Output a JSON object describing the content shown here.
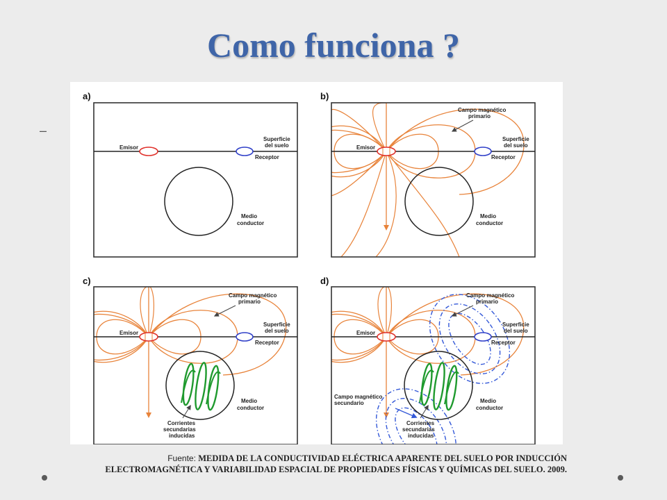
{
  "slide": {
    "title": "Como funciona ?",
    "bullet": "–"
  },
  "panels": [
    {
      "id": "a",
      "tag": "a)",
      "labels": {
        "emisor": "Emisor",
        "superficie1": "Superficie",
        "superficie2": "del suelo",
        "receptor": "Receptor",
        "medio1": "Medio",
        "medio2": "conductor"
      }
    },
    {
      "id": "b",
      "tag": "b)",
      "labels": {
        "campo1": "Campo magnético",
        "campo2": "primario",
        "emisor": "Emisor",
        "superficie1": "Superficie",
        "superficie2": "del suelo",
        "receptor": "Receptor",
        "medio1": "Medio",
        "medio2": "conductor"
      }
    },
    {
      "id": "c",
      "tag": "c)",
      "labels": {
        "campo1": "Campo magnético",
        "campo2": "primario",
        "emisor": "Emisor",
        "superficie1": "Superficie",
        "superficie2": "del suelo",
        "receptor": "Receptor",
        "medio1": "Medio",
        "medio2": "conductor",
        "corr1": "Corrientes",
        "corr2": "secundarias",
        "corr3": "inducidas"
      }
    },
    {
      "id": "d",
      "tag": "d)",
      "labels": {
        "campo1": "Campo magnético",
        "campo2": "primario",
        "emisor": "Emisor",
        "superficie1": "Superficie",
        "superficie2": "del suelo",
        "receptor": "Receptor",
        "medio1": "Medio",
        "medio2": "conductor",
        "corr1": "Corrientes",
        "corr2": "secundarias",
        "corr3": "inducidas",
        "sec1": "Campo magnético",
        "sec2": "secundario"
      }
    }
  ],
  "caption": {
    "prefix": "Fuente: ",
    "body": "MEDIDA DE LA CONDUCTIVIDAD ELÉCTRICA APARENTE DEL SUELO POR INDUCCIÓN ELECTROMAGNÉTICA Y VARIABILIDAD ESPACIAL DE PROPIEDADES FÍSICAS Y QUÍMICAS DEL SUELO. 2009."
  },
  "colors": {
    "title": "#3f65a8",
    "emitter": "#e0302a",
    "receiver": "#2f3fc8",
    "primary_field": "#e8833a",
    "currents": "#1f9a2e",
    "secondary_field": "#3358d8"
  }
}
